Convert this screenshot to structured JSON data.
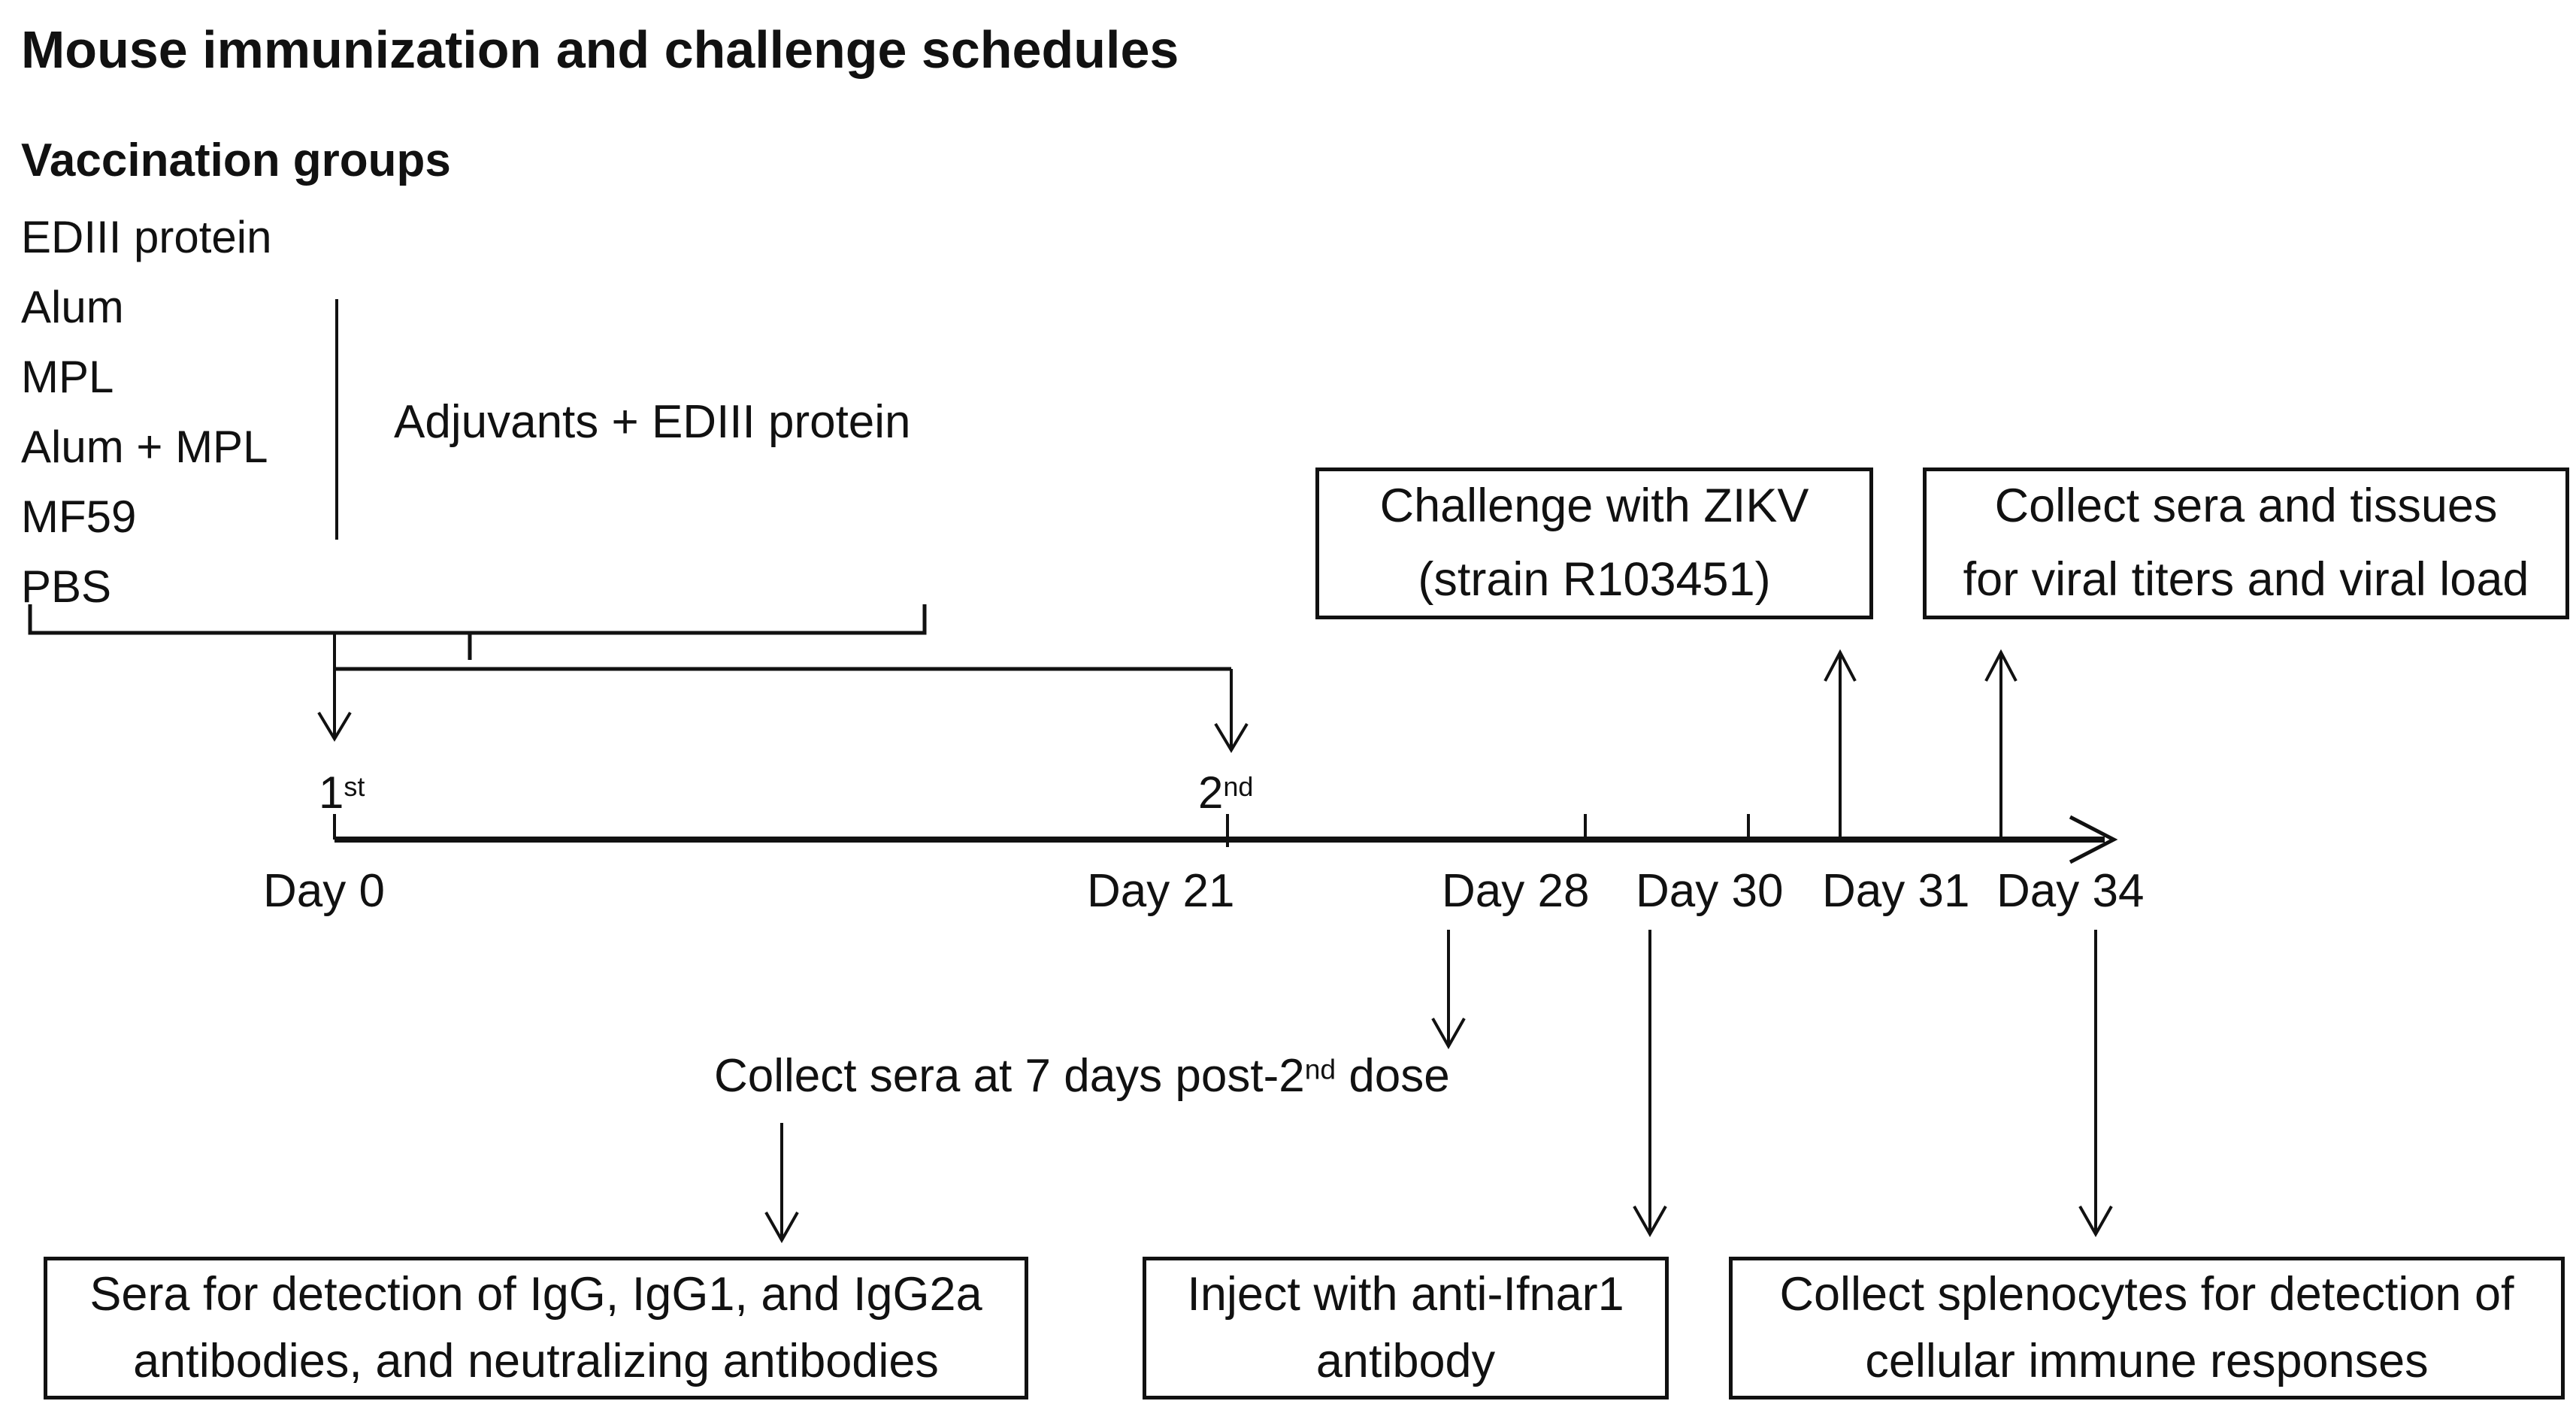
{
  "colors": {
    "ink": "#111111",
    "background": "#ffffff"
  },
  "header": {
    "title": "Mouse immunization and challenge schedules"
  },
  "vaccination": {
    "heading": "Vaccination groups",
    "groups": [
      "EDIII protein",
      "Alum",
      "MPL",
      "Alum + MPL",
      "MF59",
      "PBS"
    ],
    "bracket_note": "Adjuvants + EDIII protein"
  },
  "doses": {
    "first": {
      "base": "1",
      "sup": "st"
    },
    "second": {
      "base": "2",
      "sup": "nd"
    }
  },
  "timeline": {
    "day_labels": [
      "Day 0",
      "Day 21",
      "Day 28",
      "Day 30",
      "Day 31",
      "Day 34"
    ]
  },
  "events": {
    "challenge": {
      "line1": "Challenge with ZIKV",
      "line2": "(strain R103451)"
    },
    "collect_sera_tissues": {
      "line1": "Collect sera and tissues",
      "line2": "for viral titers and viral load"
    },
    "sera_detection": {
      "line1": "Sera for detection of IgG, IgG1, and IgG2a",
      "line2": "antibodies, and neutralizing antibodies"
    },
    "inject_antibody": {
      "line1": "Inject with anti-Ifnar1",
      "line2": "antibody"
    },
    "collect_splenocytes": {
      "line1": "Collect splenocytes for detection of",
      "line2": "cellular immune responses"
    }
  },
  "annotations": {
    "collect_sera_note": {
      "prefix": "Collect sera at 7 days post-2",
      "sup": "nd",
      "suffix": " dose"
    }
  }
}
